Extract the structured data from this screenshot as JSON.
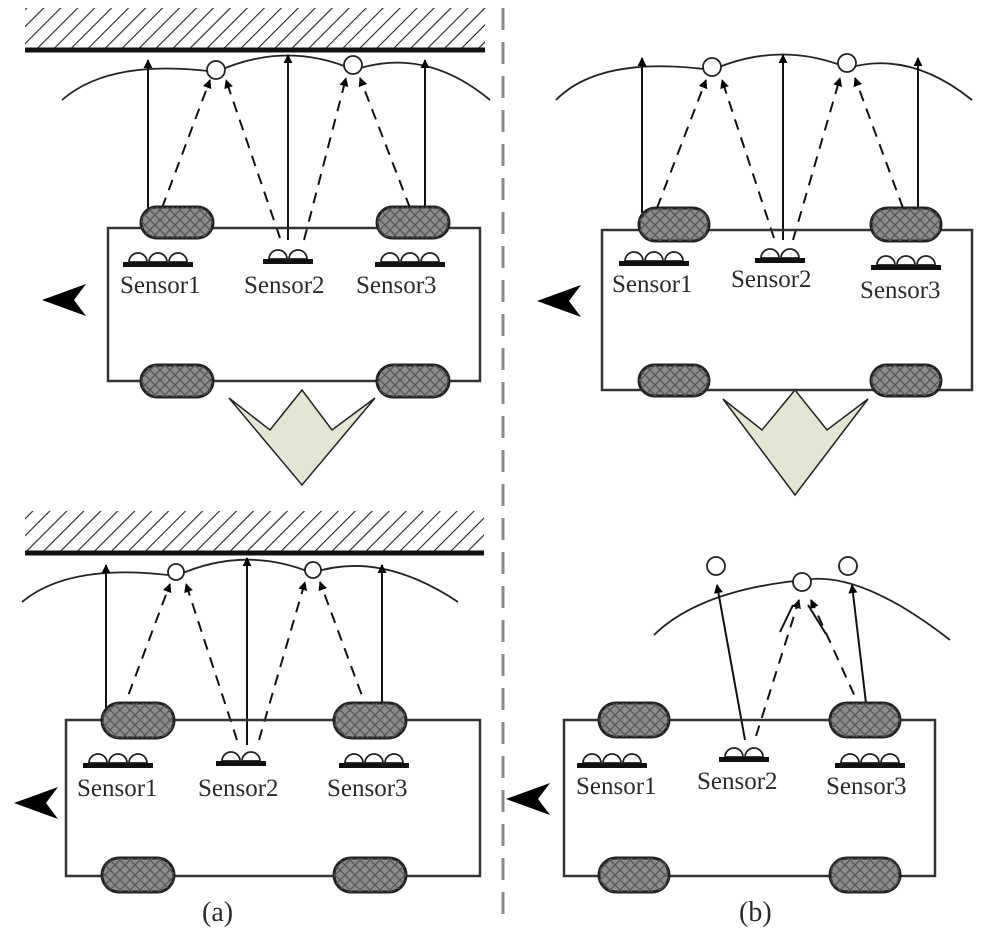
{
  "sensor_labels": [
    "Sensor1",
    "Sensor2",
    "Sensor3"
  ],
  "captions": {
    "left": "(a)",
    "right": "(b)"
  },
  "colors": {
    "wall_line": "#111111",
    "hatch": "#222222",
    "wheel_fill": "#8c8c8c",
    "chassis": "#333333",
    "transition_arrow": "#e3e6d3",
    "divider": "#888888",
    "motion_arrow": "#000000"
  },
  "icons": [
    "sensor-icon",
    "wheel-icon",
    "left-arrow-icon",
    "down-arrow-icon",
    "obstacle-point-icon"
  ],
  "panels": [
    {
      "name": "panel-a-top",
      "wall": true,
      "robot_stepped": false
    },
    {
      "name": "panel-a-bottom",
      "wall": true,
      "robot_stepped": true
    },
    {
      "name": "panel-b-top",
      "wall": false,
      "robot_stepped": false
    },
    {
      "name": "panel-b-bottom",
      "wall": false,
      "robot_stepped": true
    }
  ]
}
